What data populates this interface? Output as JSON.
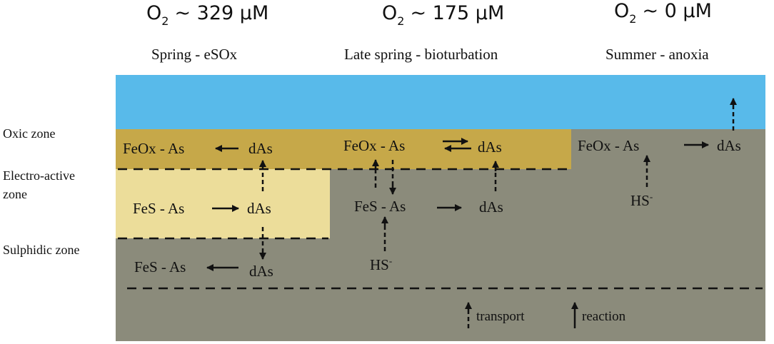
{
  "colors": {
    "water": "#58baea",
    "oxic": "#c6a849",
    "electro": "#ecdd9a",
    "sulphidic": "#8b8b7b",
    "line": "#111111"
  },
  "columns": [
    {
      "o2_prefix": "O",
      "o2_sub": "2",
      "o2_value": "~ 329 µM",
      "period": "Spring  - eSOx"
    },
    {
      "o2_prefix": "O",
      "o2_sub": "2",
      "o2_value": "~ 175 µM",
      "period": "Late spring  - bioturbation"
    },
    {
      "o2_prefix": "O",
      "o2_sub": "2",
      "o2_value": "~ 0 µM",
      "period": "Summer  - anoxia"
    }
  ],
  "zones": {
    "oxic": "Oxic zone",
    "electro_line1": "Electro-active",
    "electro_line2": "zone",
    "sulphidic": "Sulphidic zone"
  },
  "species": {
    "feox_as": "FeOx - As",
    "fes_as": "FeS - As",
    "das": "dAs",
    "hs": "HS",
    "hs_charge": "-"
  },
  "legend": {
    "transport": "transport",
    "reaction": "reaction"
  }
}
